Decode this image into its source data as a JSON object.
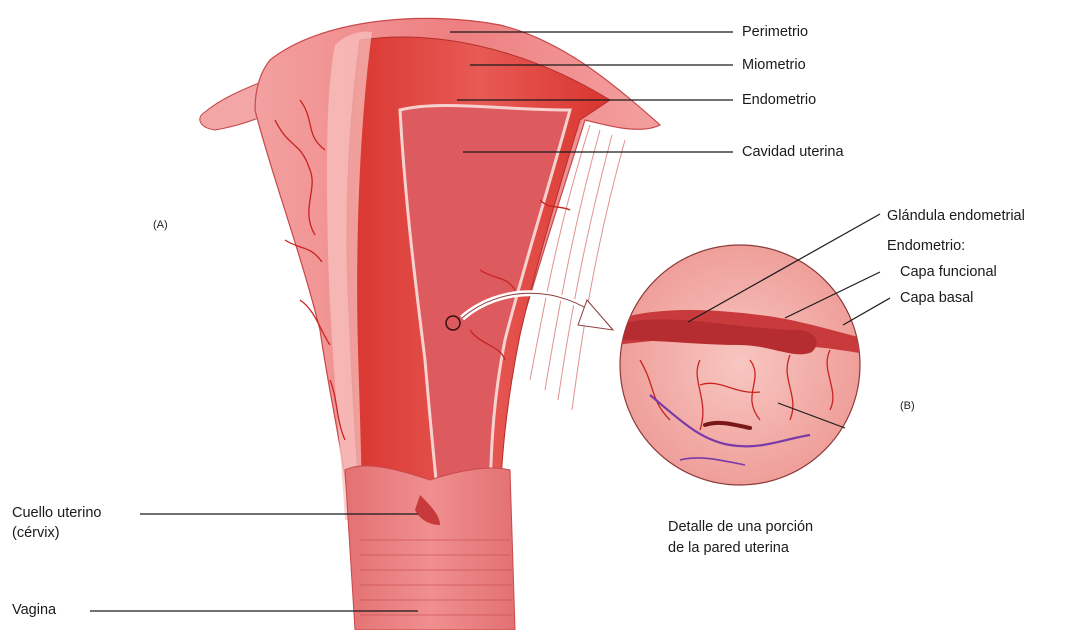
{
  "panel_tags": {
    "a": "(A)",
    "b": "(B)"
  },
  "uterus_labels": {
    "perimetrio": "Perimetrio",
    "miometrio": "Miometrio",
    "endometrio": "Endometrio",
    "cavidad": "Cavidad uterina",
    "cuello_line1": "Cuello uterino",
    "cuello_line2": "(cérvix)",
    "vagina": "Vagina"
  },
  "detail_labels": {
    "glandula": "Glándula endometrial",
    "endometrio_heading": "Endometrio:",
    "capa_funcional": "Capa funcional",
    "capa_basal": "Capa basal",
    "caption_line1": "Detalle de una porción",
    "caption_line2": "de la pared uterina"
  },
  "colors": {
    "outer_wall": "#ef8d8d",
    "myometrium": "#e24a45",
    "cavity": "#de5b5f",
    "vessel": "#c8231f",
    "vein": "#7a3aa8",
    "detail_bg": "#f3b3ae"
  }
}
